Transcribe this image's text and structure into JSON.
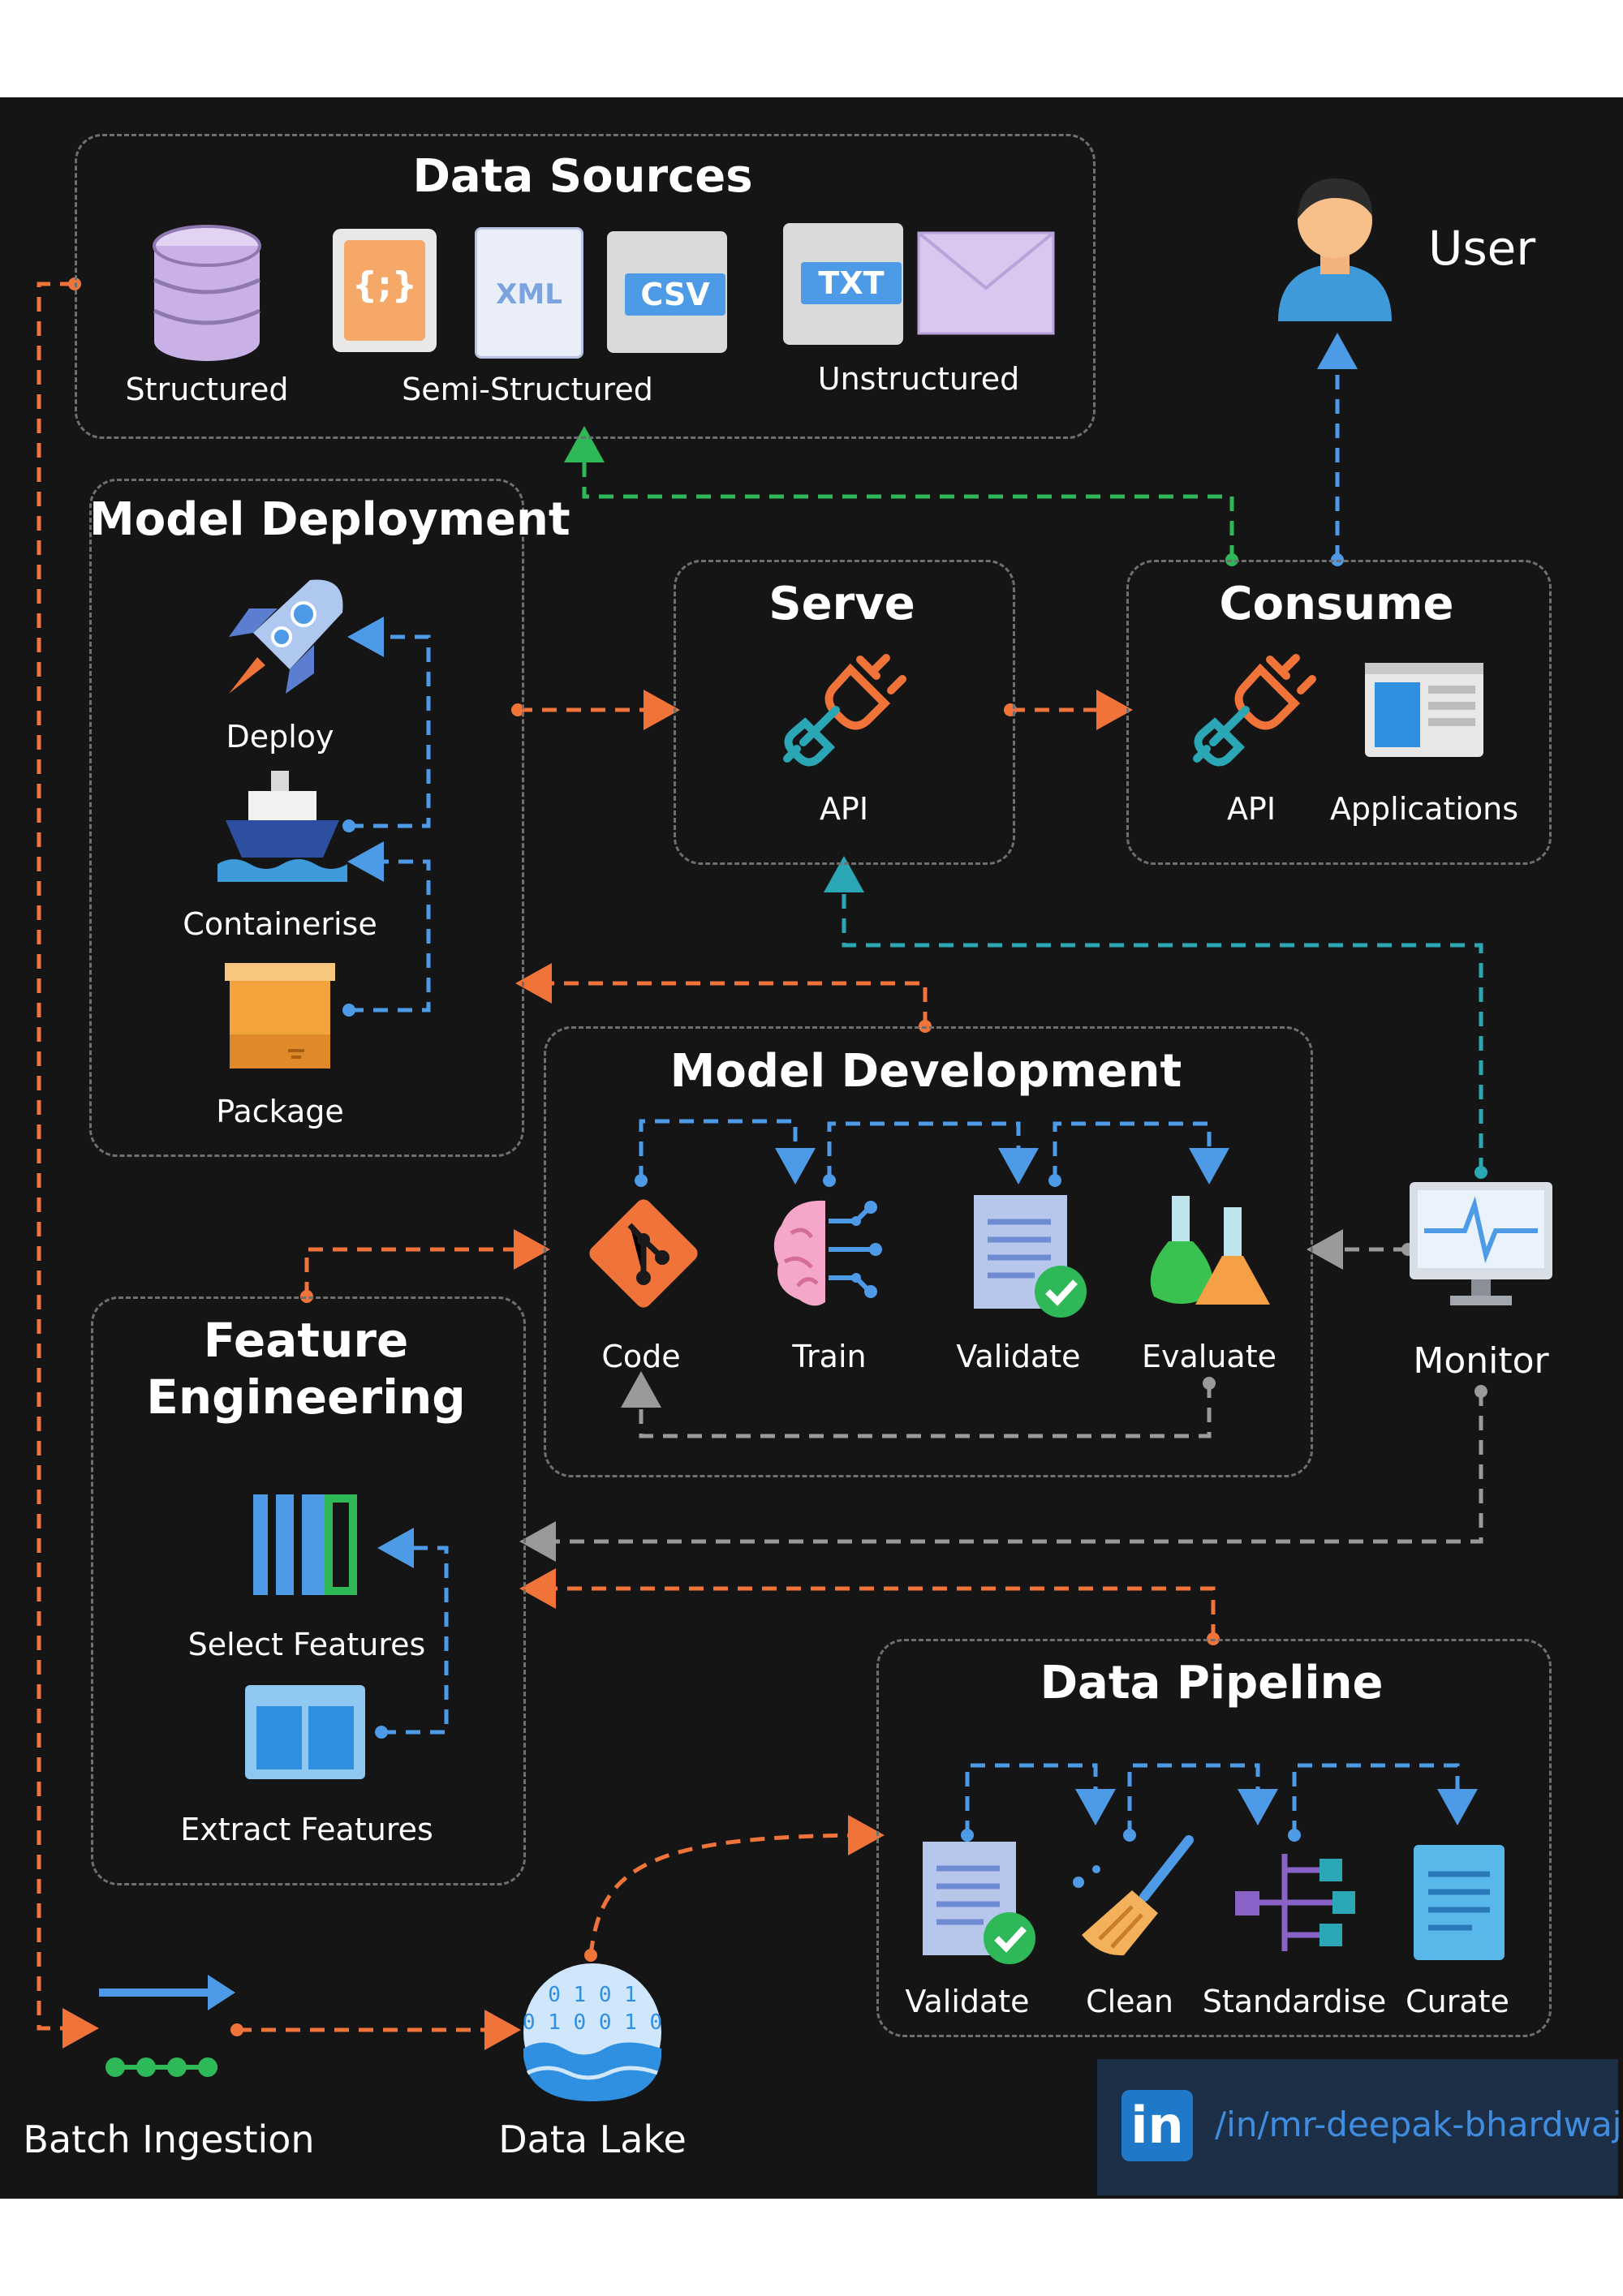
{
  "sections": {
    "data_sources": "Data Sources",
    "model_deployment": "Model Deployment",
    "serve": "Serve",
    "consume": "Consume",
    "model_development": "Model Development",
    "feature_engineering_line1": "Feature",
    "feature_engineering_line2": "Engineering",
    "data_pipeline": "Data Pipeline"
  },
  "data_sources": {
    "structured": "Structured",
    "semi_structured": "Semi-Structured",
    "unstructured": "Unstructured",
    "json_glyph": "{;}",
    "xml_glyph": "XML",
    "csv_glyph": "CSV",
    "txt_glyph": "TXT"
  },
  "user": {
    "label": "User"
  },
  "deployment": {
    "deploy": "Deploy",
    "containerise": "Containerise",
    "package": "Package"
  },
  "serve": {
    "api": "API"
  },
  "consume": {
    "api": "API",
    "applications": "Applications"
  },
  "development": {
    "code": "Code",
    "train": "Train",
    "validate": "Validate",
    "evaluate": "Evaluate"
  },
  "monitor": {
    "label": "Monitor"
  },
  "features": {
    "select": "Select Features",
    "extract": "Extract Features"
  },
  "pipeline": {
    "validate": "Validate",
    "clean": "Clean",
    "standardise": "Standardise",
    "curate": "Curate"
  },
  "ingestion": {
    "batch": "Batch Ingestion",
    "data_lake": "Data Lake",
    "lake_bits_1": "0 1 0 1",
    "lake_bits_2": "0 1 0 0 1 0"
  },
  "footer": {
    "linkedin_logo": "in",
    "linkedin": "/in/mr-deepak-bhardwaj"
  },
  "colors": {
    "background": "#151516",
    "orange": "#f0743a",
    "blue": "#4d9be6",
    "green": "#2fb857",
    "teal": "#2aa6b5",
    "gray": "#9a9a9a"
  }
}
